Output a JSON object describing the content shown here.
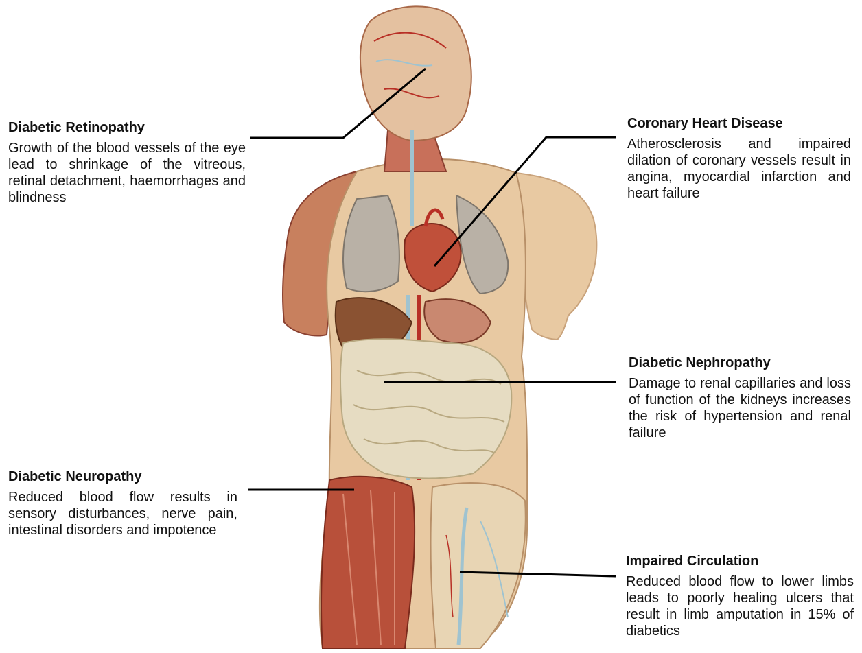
{
  "callouts": {
    "retinopathy": {
      "title": "Diabetic Retinopathy",
      "text": "Growth of the blood vessels of the eye lead to shrinkage of the vitreous, retinal detachment, haemorrhages and blindness"
    },
    "heart": {
      "title": "Coronary Heart Disease",
      "text": "Atherosclerosis and impaired dilation of coronary vessels result in angina, myocardial infarction and heart failure"
    },
    "nephropathy": {
      "title": "Diabetic Nephropathy",
      "text": "Damage to renal capillaries and loss of function of the kidneys increases the risk of hypertension and renal failure"
    },
    "neuropathy": {
      "title": "Diabetic Neuropathy",
      "text": "Reduced blood flow results in sensory disturbances, nerve pain, intestinal disorders and impotence"
    },
    "circulation": {
      "title": "Impaired Circulation",
      "text": "Reduced blood flow to lower limbs leads to poorly healing ulcers that result in limb amputation in 15% of diabetics"
    }
  },
  "colors": {
    "skin": "#e8c9a2",
    "muscle": "#b8503a",
    "artery": "#b83026",
    "vein": "#9fc3d0",
    "lung": "#b9b1a6",
    "intestine": "#e6dcc2",
    "liver": "#8a5232",
    "leader_line": "#000000"
  }
}
